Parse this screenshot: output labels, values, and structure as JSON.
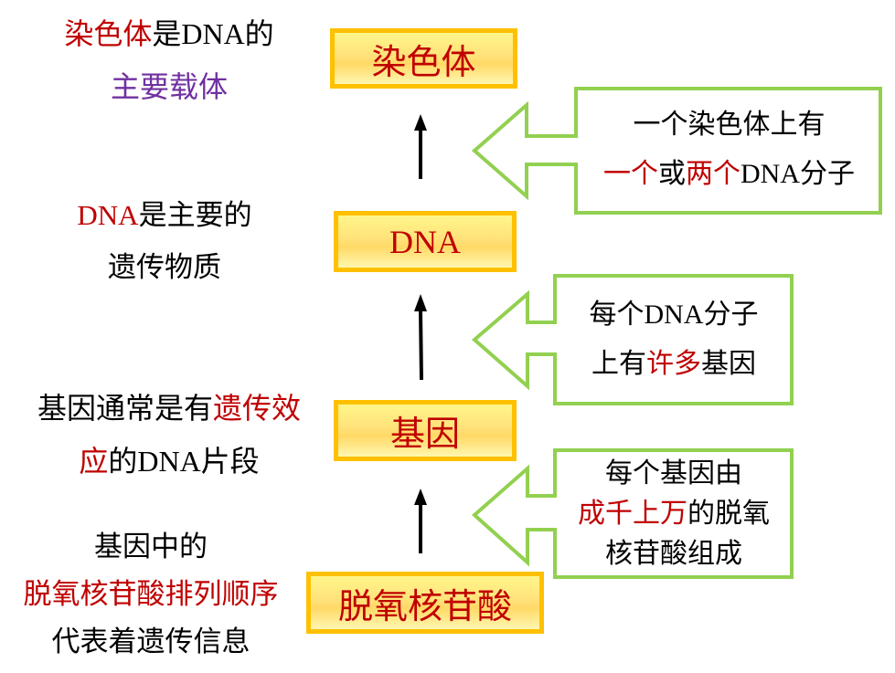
{
  "colors": {
    "highlight_red": "#c00000",
    "highlight_purple": "#7030a0",
    "node_border": "#ffc000",
    "callout_border": "#92d050",
    "arrow": "#000000"
  },
  "hierarchy": [
    {
      "label": "染色体"
    },
    {
      "label": "DNA"
    },
    {
      "label": "基因"
    },
    {
      "label": "脱氧核苷酸"
    }
  ],
  "left_notes": [
    {
      "lines": [
        [
          {
            "text": "染色体",
            "color": "red"
          },
          {
            "text": "是",
            "color": "black"
          },
          {
            "text": "DNA",
            "color": "black",
            "latin": true
          },
          {
            "text": "的",
            "color": "black"
          }
        ],
        [
          {
            "text": "主要载体",
            "color": "purple"
          }
        ]
      ]
    },
    {
      "lines": [
        [
          {
            "text": "DNA",
            "color": "red",
            "latin": true
          },
          {
            "text": "是主要的",
            "color": "black"
          }
        ],
        [
          {
            "text": "遗传物质",
            "color": "black"
          }
        ]
      ]
    },
    {
      "lines": [
        [
          {
            "text": "基因通常是有",
            "color": "black"
          },
          {
            "text": "遗传效",
            "color": "red"
          }
        ],
        [
          {
            "text": "应",
            "color": "red"
          },
          {
            "text": "的",
            "color": "black"
          },
          {
            "text": "DNA",
            "color": "black",
            "latin": true
          },
          {
            "text": "片段",
            "color": "black"
          }
        ]
      ]
    },
    {
      "lines": [
        [
          {
            "text": "基因中的",
            "color": "black"
          }
        ],
        [
          {
            "text": "脱氧核苷酸排列顺序",
            "color": "red"
          }
        ],
        [
          {
            "text": "代表着遗传信息",
            "color": "black"
          }
        ]
      ]
    }
  ],
  "callouts": [
    {
      "lines": [
        [
          {
            "text": "一个染色体上有",
            "color": "black"
          }
        ],
        [
          {
            "text": "一个",
            "color": "red"
          },
          {
            "text": "或",
            "color": "black"
          },
          {
            "text": "两个",
            "color": "red"
          },
          {
            "text": "DNA",
            "color": "black",
            "latin": true
          },
          {
            "text": "分子",
            "color": "black"
          }
        ]
      ]
    },
    {
      "lines": [
        [
          {
            "text": "每个",
            "color": "black"
          },
          {
            "text": "DNA",
            "color": "black",
            "latin": true
          },
          {
            "text": "分子",
            "color": "black"
          }
        ],
        [
          {
            "text": "上有",
            "color": "black"
          },
          {
            "text": "许多",
            "color": "red"
          },
          {
            "text": "基因",
            "color": "black"
          }
        ]
      ]
    },
    {
      "lines": [
        [
          {
            "text": "每个基因由",
            "color": "black"
          }
        ],
        [
          {
            "text": "成千上万",
            "color": "red"
          },
          {
            "text": "的脱氧",
            "color": "black"
          }
        ],
        [
          {
            "text": "核苷酸组成",
            "color": "black"
          }
        ]
      ]
    }
  ],
  "icons": {
    "up_arrow": "arrow-up-icon",
    "callout_arrow": "left-block-arrow-icon"
  }
}
